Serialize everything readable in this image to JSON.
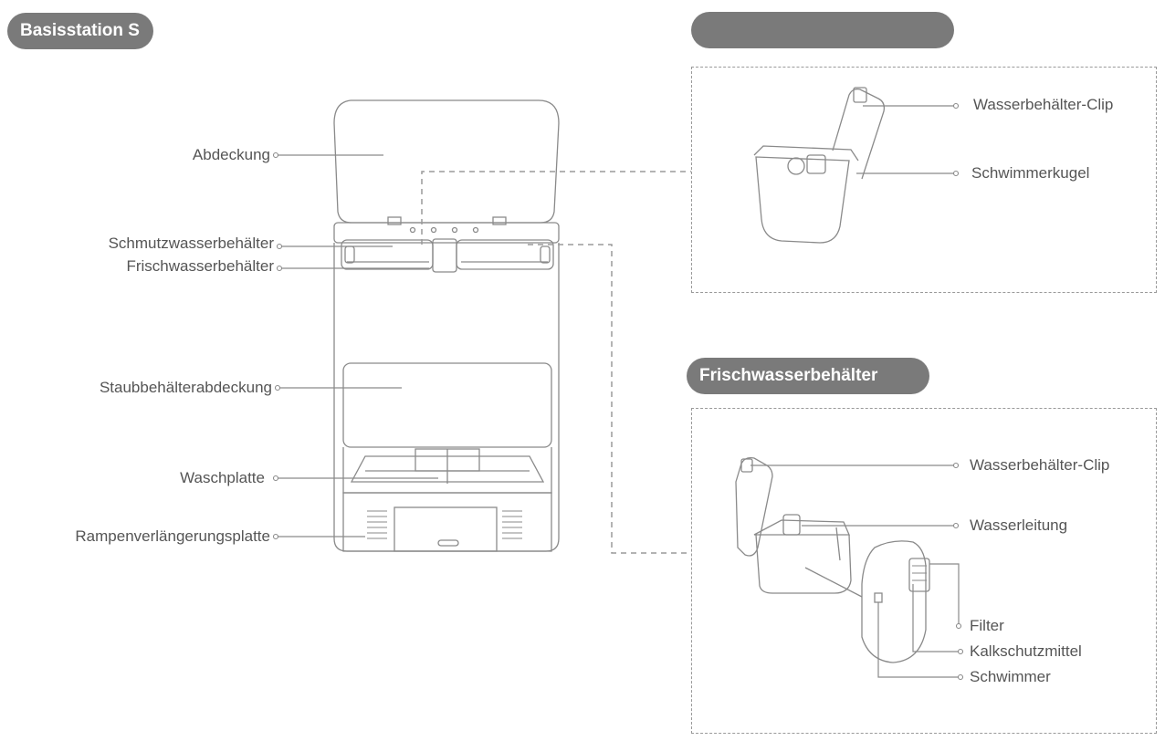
{
  "headers": {
    "base_station": "Basisstation S",
    "dirty_tank": "",
    "fresh_tank": "Frischwasserbehälter"
  },
  "base_station_labels": {
    "cover": "Abdeckung",
    "dirty_water_tank": "Schmutzwasserbehälter",
    "fresh_water_tank": "Frischwasserbehälter",
    "dust_bin_cover": "Staubbehälterabdeckung",
    "wash_plate": "Waschplatte",
    "ramp_extension": "Rampenverlängerungsplatte"
  },
  "dirty_tank_labels": {
    "clip": "Wasserbehälter-Clip",
    "float_ball": "Schwimmerkugel"
  },
  "fresh_tank_labels": {
    "clip": "Wasserbehälter-Clip",
    "water_pipe": "Wasserleitung",
    "filter": "Filter",
    "descaler": "Kalkschutzmittel",
    "float": "Schwimmer"
  },
  "colors": {
    "header_bg": "#7a7a7a",
    "line": "#8a8a8a",
    "dash": "#9a9a9a"
  }
}
